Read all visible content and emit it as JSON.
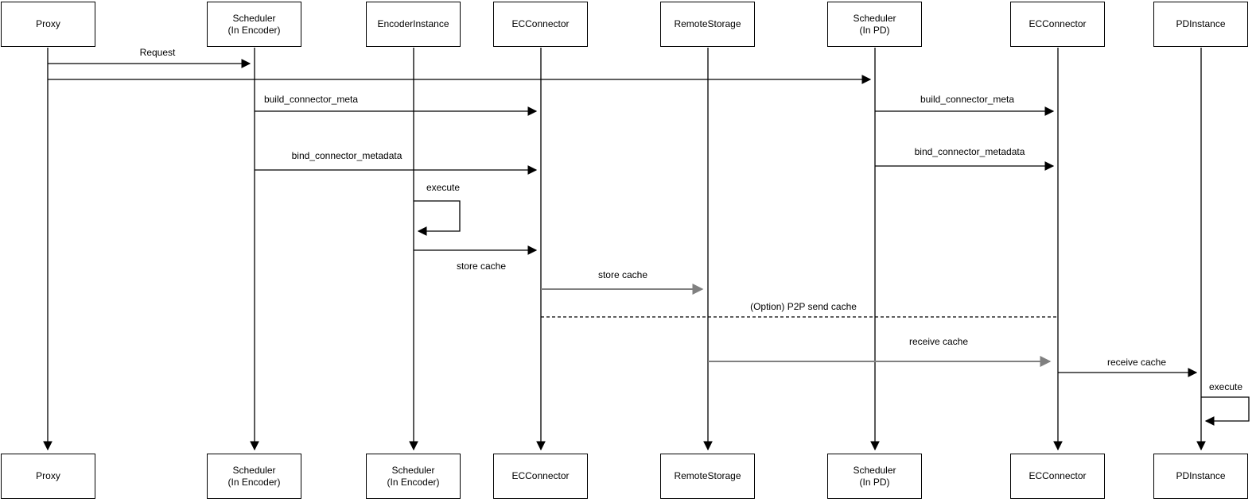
{
  "colors": {
    "background": "#ffffff",
    "line": "#000000",
    "muted_arrow": "#808080"
  },
  "actors": {
    "top": [
      {
        "label": "Proxy"
      },
      {
        "label": "Scheduler\n(In Encoder)"
      },
      {
        "label": "EncoderInstance"
      },
      {
        "label": "ECConnector"
      },
      {
        "label": "RemoteStorage"
      },
      {
        "label": "Scheduler\n(In PD)"
      },
      {
        "label": "ECConnector"
      },
      {
        "label": "PDInstance"
      }
    ],
    "bottom": [
      {
        "label": "Proxy"
      },
      {
        "label": "Scheduler\n(In Encoder)"
      },
      {
        "label": "Scheduler\n(In Encoder)"
      },
      {
        "label": "ECConnector"
      },
      {
        "label": "RemoteStorage"
      },
      {
        "label": "Scheduler\n(In PD)"
      },
      {
        "label": "ECConnector"
      },
      {
        "label": "PDInstance"
      }
    ]
  },
  "messages": {
    "request": {
      "label": "Request",
      "from": "Proxy",
      "to": "Scheduler (In Encoder)"
    },
    "proxy_to_pd": {
      "label": "",
      "from": "Proxy",
      "to": "Scheduler (In PD)"
    },
    "build_meta_encoder": {
      "label": "build_connector_meta",
      "from": "Scheduler (In Encoder)",
      "to": "ECConnector"
    },
    "build_meta_pd": {
      "label": "build_connector_meta",
      "from": "Scheduler (In PD)",
      "to": "ECConnector"
    },
    "bind_meta_encoder": {
      "label": "bind_connector_metadata",
      "from": "Scheduler (In Encoder)",
      "to": "ECConnector"
    },
    "bind_meta_pd": {
      "label": "bind_connector_metadata",
      "from": "Scheduler (In PD)",
      "to": "ECConnector"
    },
    "execute_encoder": {
      "label": "execute",
      "from": "EncoderInstance",
      "to": "EncoderInstance"
    },
    "store_cache_ec": {
      "label": "store cache",
      "from": "EncoderInstance",
      "to": "ECConnector"
    },
    "store_cache_remote": {
      "label": "store cache",
      "from": "ECConnector",
      "to": "RemoteStorage"
    },
    "p2p_send_cache": {
      "label": "(Option) P2P send cache",
      "from": "ECConnector",
      "to": "ECConnector"
    },
    "receive_cache_ec": {
      "label": "receive cache",
      "from": "RemoteStorage",
      "to": "ECConnector"
    },
    "receive_cache_pd": {
      "label": "receive cache",
      "from": "ECConnector",
      "to": "PDInstance"
    },
    "execute_pd": {
      "label": "execute",
      "from": "PDInstance",
      "to": "PDInstance"
    }
  }
}
